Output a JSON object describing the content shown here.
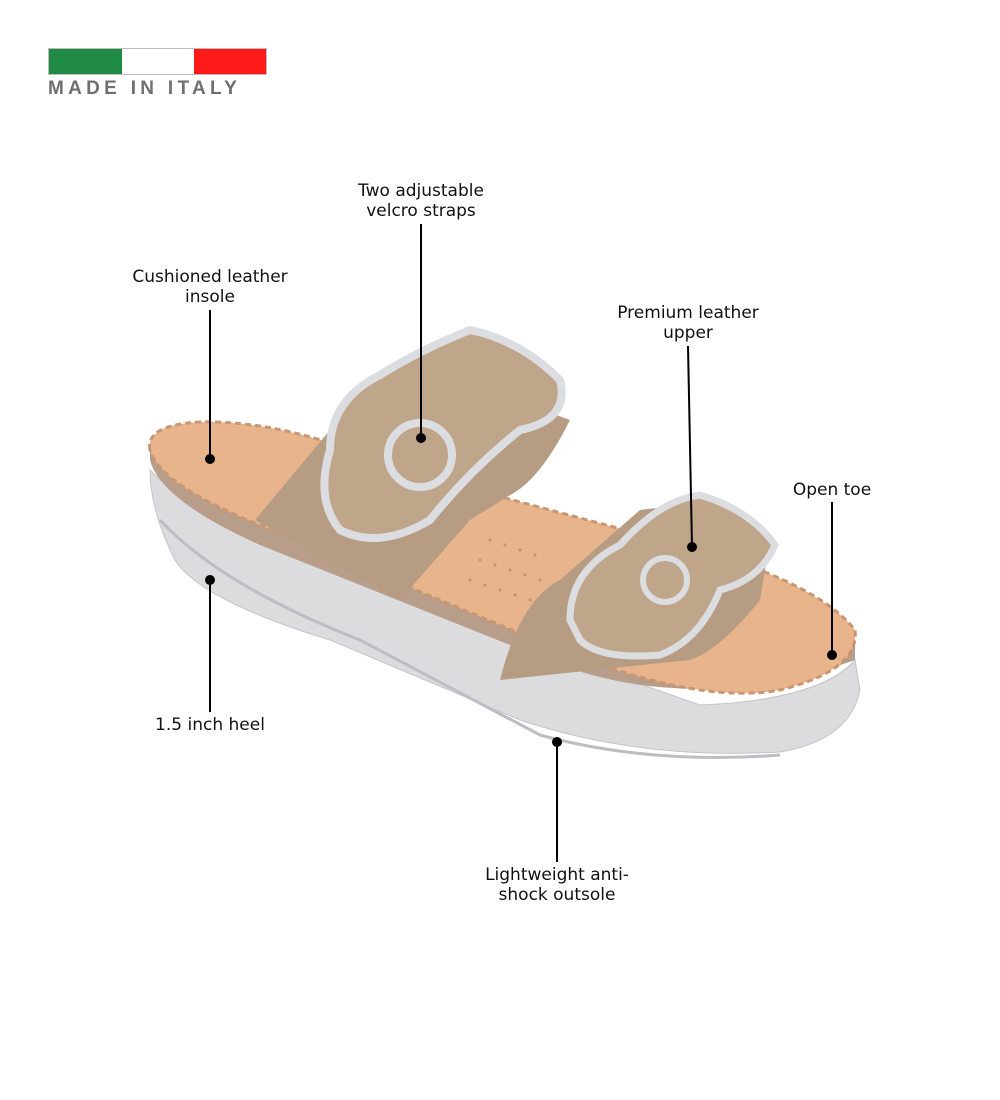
{
  "badge": {
    "text": "MADE IN ITALY",
    "flag_colors": [
      "#1f8a44",
      "#ffffff",
      "#ff1a1a"
    ]
  },
  "callouts": {
    "insole": [
      "Cushioned leather",
      "insole"
    ],
    "straps": [
      "Two adjustable",
      "velcro straps"
    ],
    "upper": [
      "Premium leather",
      "upper"
    ],
    "toe": [
      "Open toe"
    ],
    "heel": [
      "1.5 inch heel"
    ],
    "outsole": [
      "Lightweight anti-",
      "shock outsole"
    ]
  }
}
